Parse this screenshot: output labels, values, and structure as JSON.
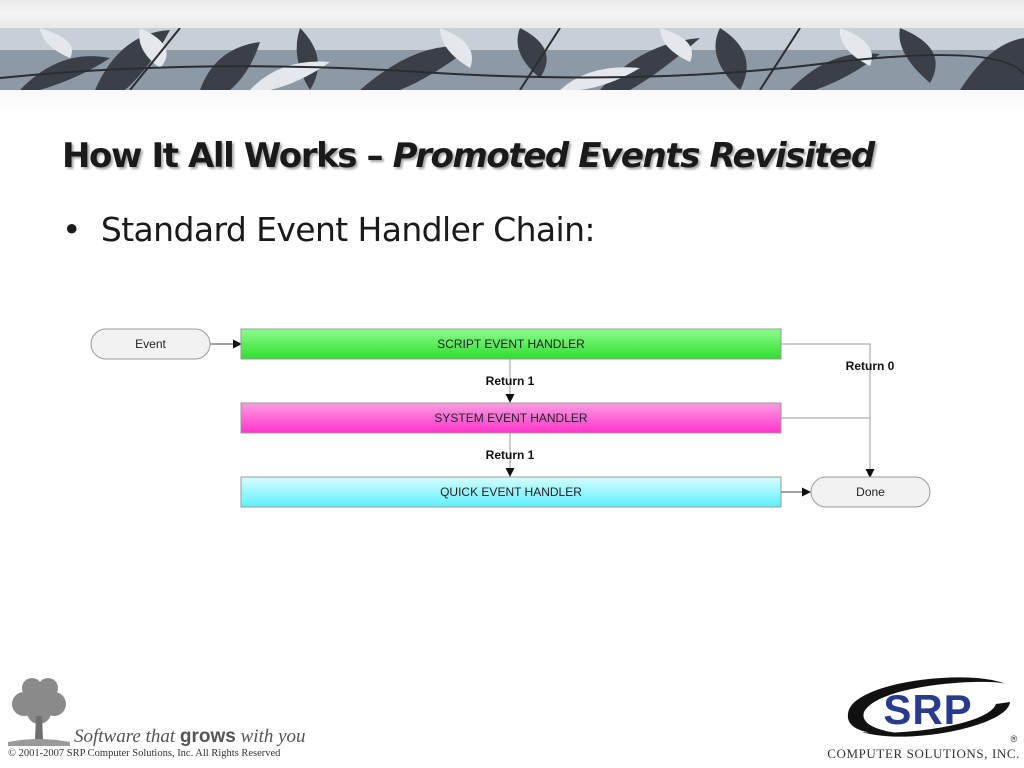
{
  "slide": {
    "title_main": "How It All Works – ",
    "title_italic": "Promoted Events Revisited",
    "bullet_symbol": "•",
    "bullet": "Standard Event Handler Chain:"
  },
  "diagram": {
    "nodes": {
      "event": {
        "label": "Event",
        "fill": "#f2f2f2"
      },
      "script": {
        "label": "SCRIPT EVENT HANDLER",
        "fill_top": "#8cff8c",
        "fill_bottom": "#2fdc2f"
      },
      "system": {
        "label": "SYSTEM EVENT HANDLER",
        "fill_top": "#ff9de0",
        "fill_bottom": "#ff33cc"
      },
      "quick": {
        "label": "QUICK EVENT HANDLER",
        "fill_top": "#d6fdff",
        "fill_bottom": "#5ff0fb"
      },
      "done": {
        "label": "Done",
        "fill": "#f2f2f2"
      }
    },
    "edges": {
      "script_to_system": "Return 1",
      "system_to_quick": "Return 1",
      "script_to_done": "Return 0"
    }
  },
  "footer": {
    "tagline_pre": "Software that ",
    "tagline_bold": "grows",
    "tagline_post": " with you",
    "copyright": "© 2001-2007 SRP Computer Solutions, Inc.  All Rights Reserved",
    "logo_text": "SRP",
    "registered": "®",
    "company": "COMPUTER SOLUTIONS, INC."
  },
  "colors": {
    "logo_blue": "#2a3a8f",
    "logo_swoosh": "#111111"
  }
}
